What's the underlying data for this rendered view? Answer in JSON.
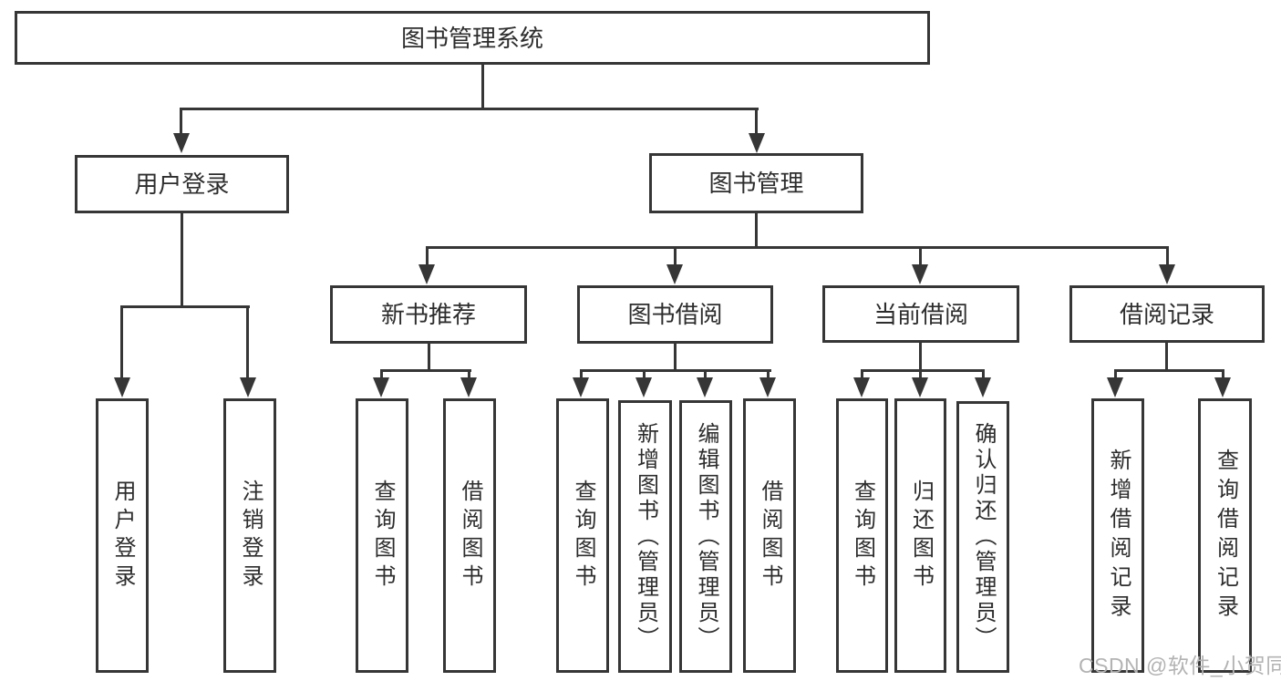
{
  "colors": {
    "line": "#363636",
    "text": "#2d2d2d",
    "watermark": "#b3b3b3",
    "background": "#ffffff"
  },
  "watermark": "CSDN @软件_小贺同学",
  "chart_type": "tree-diagram",
  "tree": {
    "root": {
      "label": "图书管理系统"
    },
    "branches": [
      {
        "label": "用户登录",
        "children": [
          {
            "label": "用户登录"
          },
          {
            "label": "注销登录"
          }
        ]
      },
      {
        "label": "图书管理",
        "groups": [
          {
            "label": "新书推荐",
            "children": [
              {
                "label": "查询图书"
              },
              {
                "label": "借阅图书"
              }
            ]
          },
          {
            "label": "图书借阅",
            "children": [
              {
                "label": "查询图书"
              },
              {
                "label": "新增图书（管理员）"
              },
              {
                "label": "编辑图书（管理员）"
              },
              {
                "label": "借阅图书"
              }
            ]
          },
          {
            "label": "当前借阅",
            "children": [
              {
                "label": "查询图书"
              },
              {
                "label": "归还图书"
              },
              {
                "label": "确认归还（管理员）"
              }
            ]
          },
          {
            "label": "借阅记录",
            "children": [
              {
                "label": "新增借阅记录"
              },
              {
                "label": "查询借阅记录"
              }
            ]
          }
        ]
      }
    ]
  }
}
